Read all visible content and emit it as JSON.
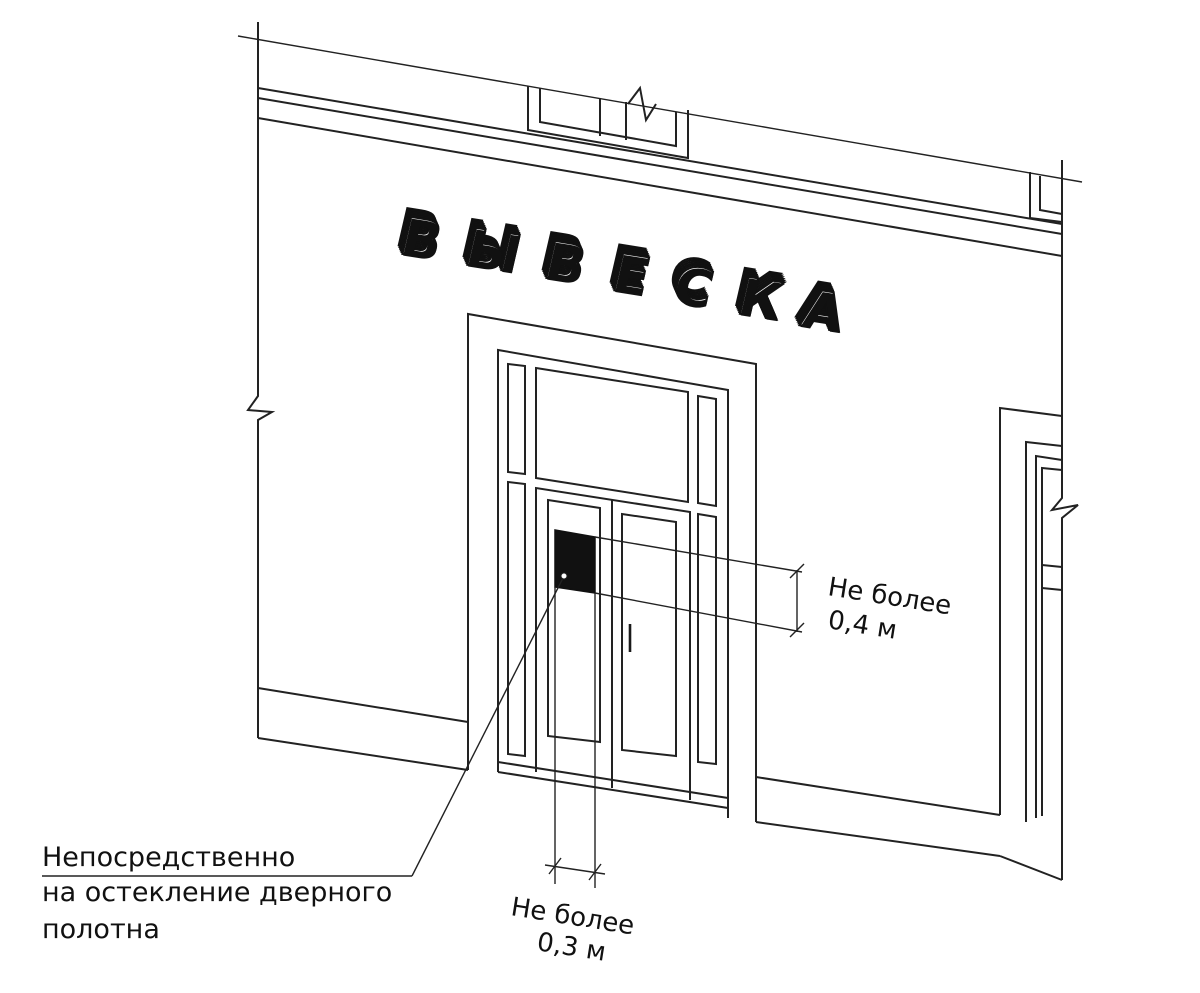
{
  "sign": {
    "letters": [
      "В",
      "Ы",
      "В",
      "Е",
      "С",
      "К",
      "А"
    ]
  },
  "callouts": {
    "placement_line1": "Непосредственно",
    "placement_line2": "на остекление дверного",
    "placement_line3": "полотна"
  },
  "dimensions": {
    "height_line1": "Не более",
    "height_line2": "0,4 м",
    "width_line1": "Не более",
    "width_line2": "0,3 м"
  }
}
